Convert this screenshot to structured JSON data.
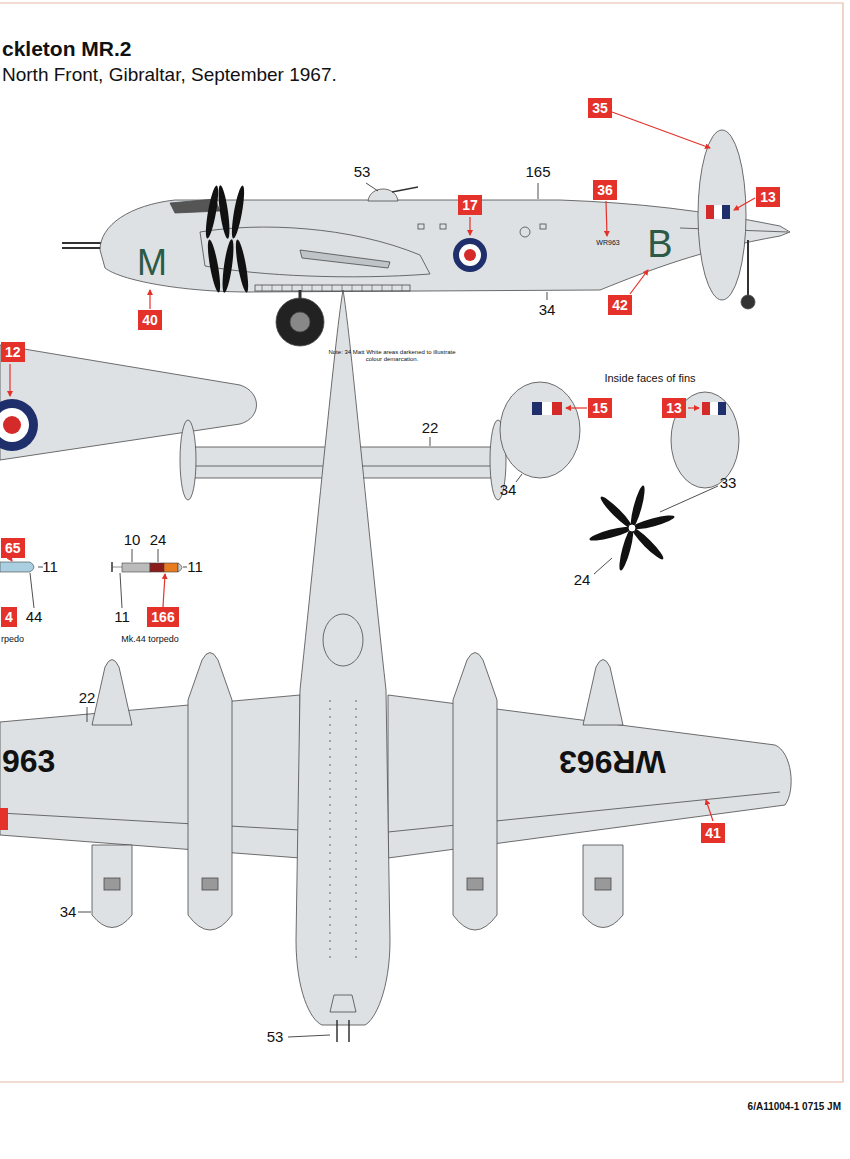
{
  "diagram": {
    "title": "ckleton MR.2",
    "caption": "North Front, Gibraltar, September 1967.",
    "nodes": [
      {
        "text": [
          "35"
        ]
      },
      {
        "text": [
          "17"
        ]
      },
      {
        "text": [
          "36"
        ]
      },
      {
        "text": [
          "13"
        ]
      },
      {
        "text": [
          "40"
        ]
      },
      {
        "text": [
          "42"
        ]
      },
      {
        "text": [
          "12"
        ]
      },
      {
        "text": [
          "15"
        ]
      },
      {
        "text": [
          "13"
        ]
      },
      {
        "text": [
          "65"
        ]
      },
      {
        "text": [
          "4"
        ]
      },
      {
        "text": [
          "166"
        ]
      },
      {
        "text": [
          "41"
        ]
      }
    ],
    "labels": [
      "53",
      "165",
      "M",
      "WR963",
      "B",
      "34",
      "Note: 34 Matt White areas darkened to illustrate colour demarcation.",
      "22",
      "Inside faces of fins",
      "34",
      "33",
      "24",
      "10",
      "24",
      "11",
      "44",
      "11",
      "11",
      "rpedo",
      "Mk.44 torpedo",
      "22",
      "963",
      "WR963",
      "34",
      "53",
      "6/A11004-1 0715 JM"
    ]
  }
}
